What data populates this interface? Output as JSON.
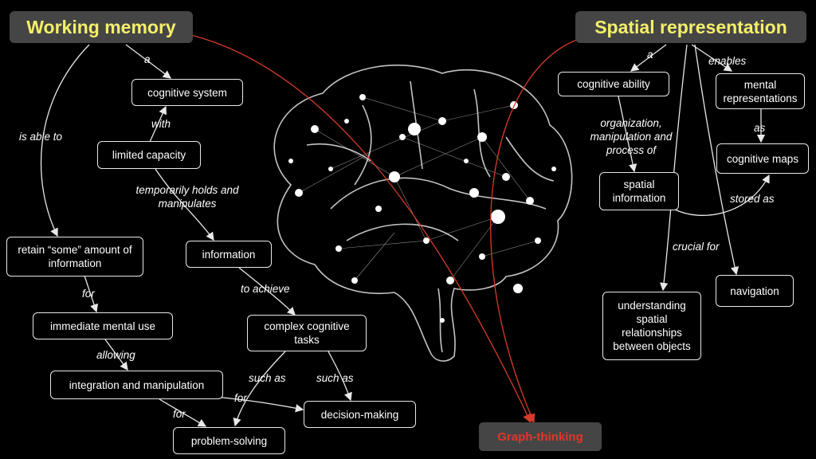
{
  "titles": {
    "working_memory": "Working memory",
    "spatial_representation": "Spatial representation",
    "graph_thinking": "Graph-thinking"
  },
  "nodes": {
    "cognitive_system": "cognitive system",
    "limited_capacity": "limited capacity",
    "retain_information": "retain “some” amount of information",
    "information": "information",
    "immediate_mental_use": "immediate mental use",
    "complex_cognitive_tasks": "complex cognitive tasks",
    "integration_manipulation": "integration and manipulation",
    "decision_making": "decision-making",
    "problem_solving": "problem-solving",
    "cognitive_ability": "cognitive ability",
    "mental_representations": "mental representations",
    "cognitive_maps": "cognitive maps",
    "spatial_information": "spatial information",
    "navigation": "navigation",
    "understanding_spatial": "understanding spatial relationships between objects"
  },
  "labels": {
    "a_left": "a",
    "with": "with",
    "is_able_to": "is able to",
    "temporarily_holds": "temporarily holds and manipulates",
    "for_1": "for",
    "to_achieve": "to achieve",
    "allowing": "allowing",
    "such_as_1": "such as",
    "such_as_2": "such as",
    "for_2": "for",
    "for_3": "for",
    "a_right": "a",
    "enables": "enables",
    "organization": "organization, manipulation and process of",
    "as": "as",
    "stored_as": "stored as",
    "crucial_for": "crucial for"
  },
  "colors": {
    "background": "#000000",
    "title_text": "#f4f06a",
    "title_box": "#454545",
    "graph_thinking_text": "#e0362a",
    "red_arrows": "#d63b2a",
    "node_border": "#e8e8e8"
  }
}
